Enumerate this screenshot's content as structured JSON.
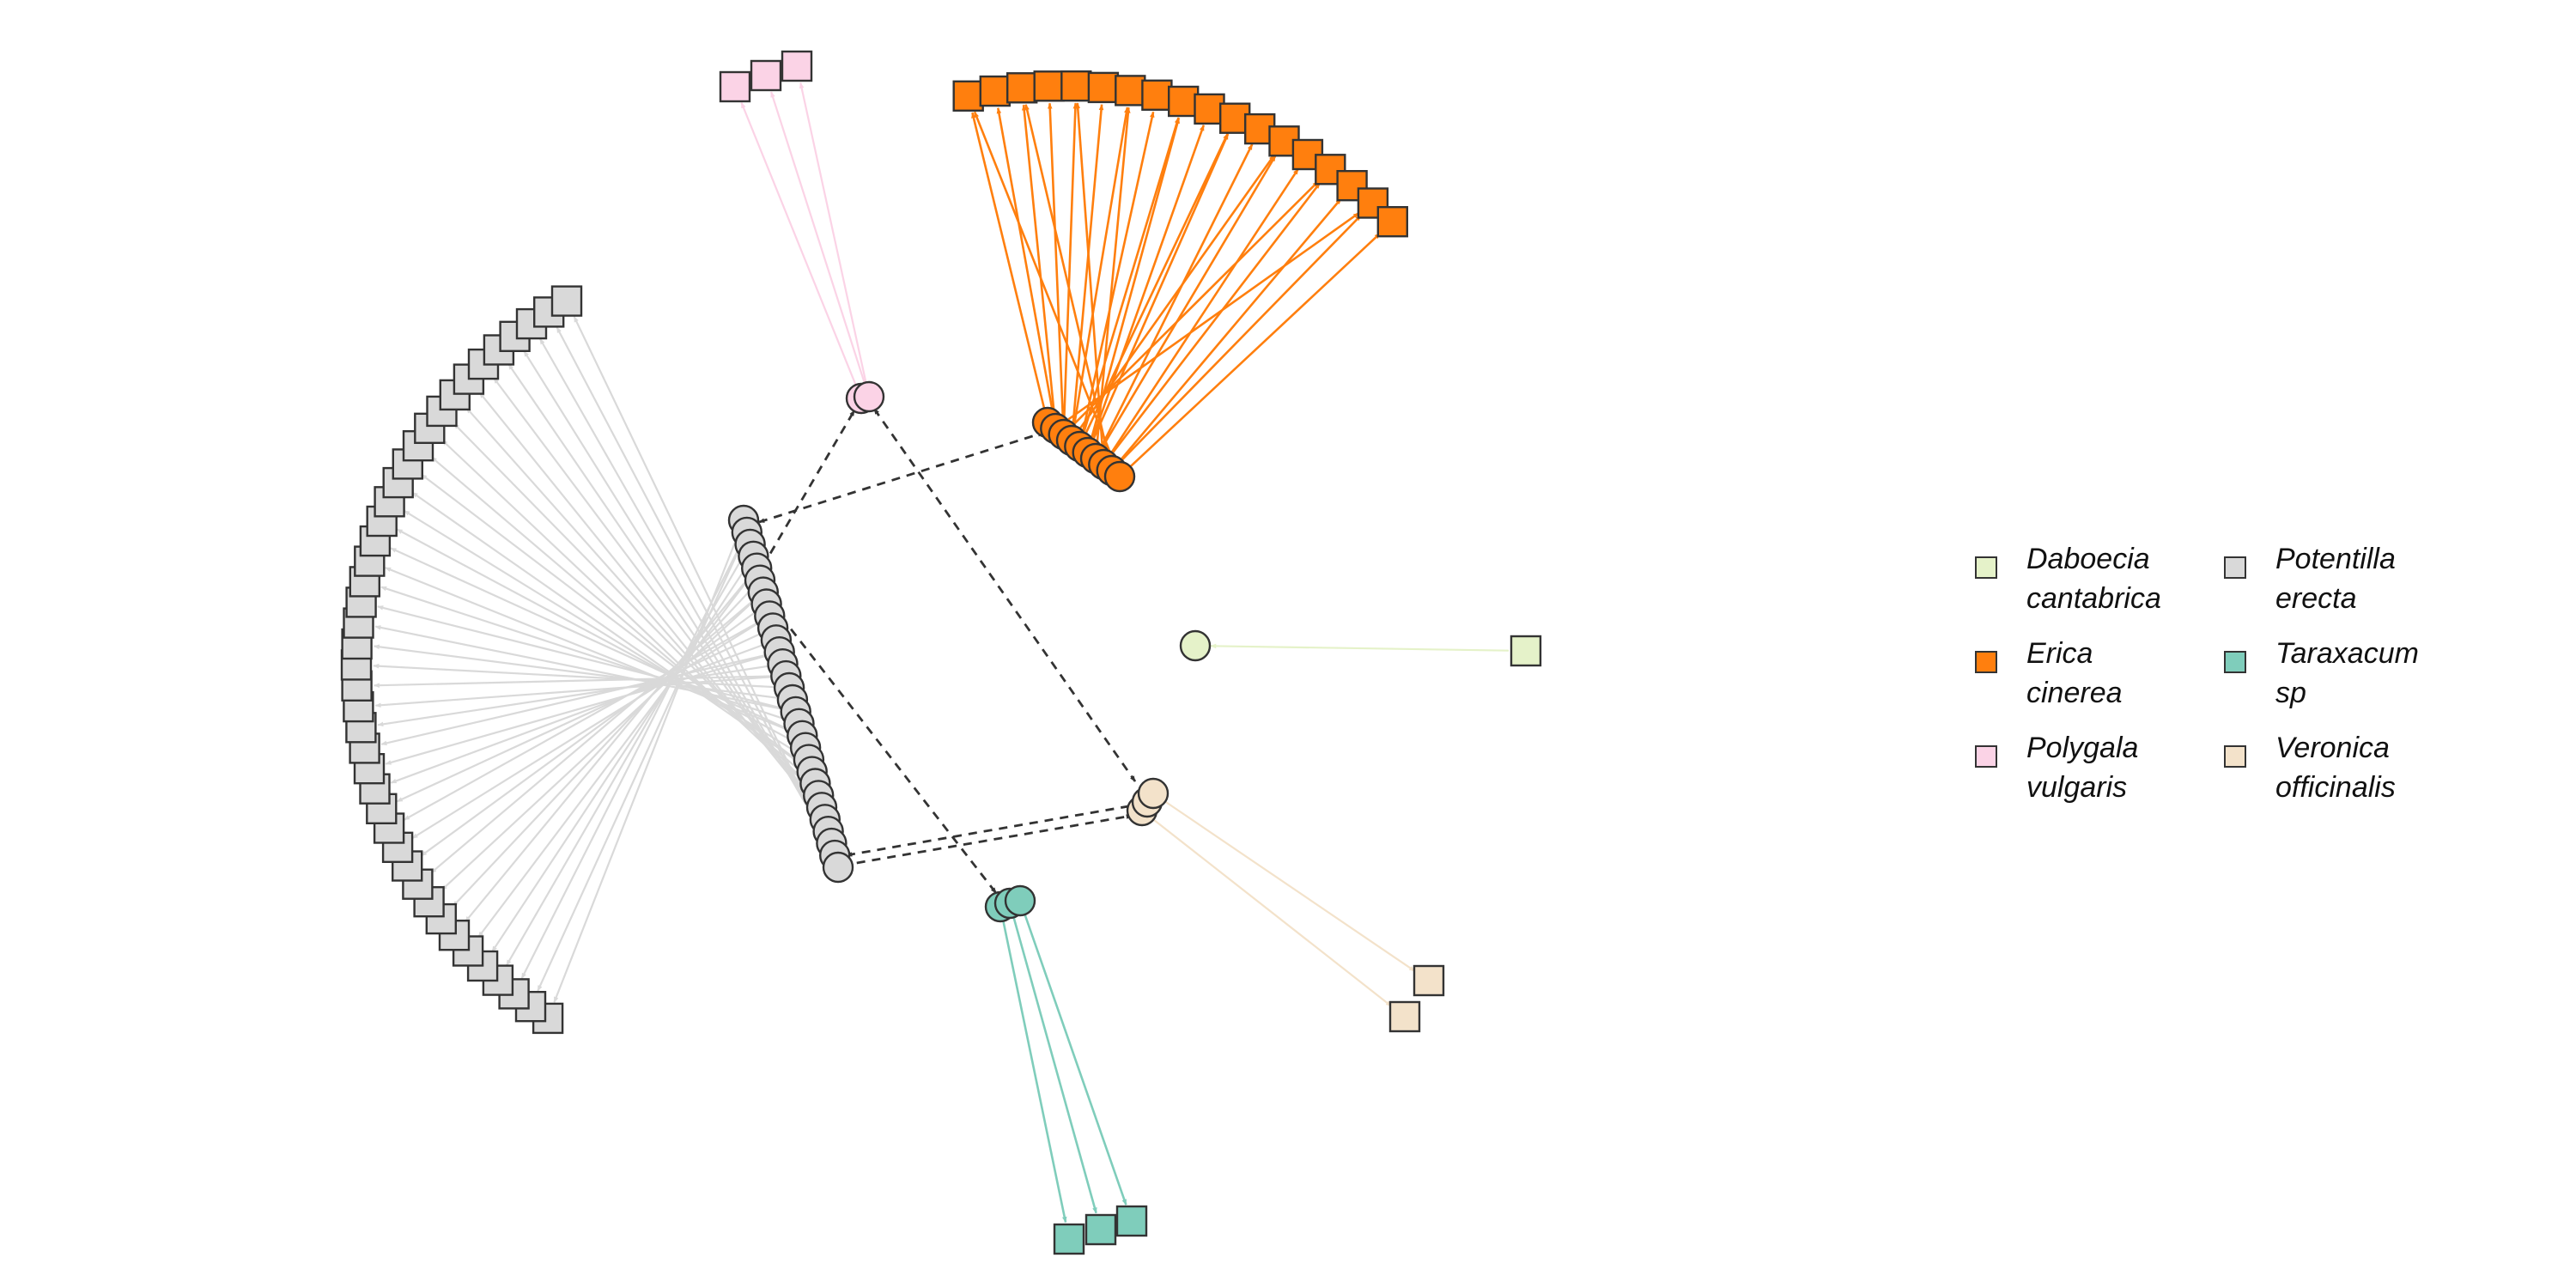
{
  "groups": [
    {
      "id": "daboecia",
      "genus": "Daboecia",
      "epithet": "cantabrica",
      "color": "#E5F2C9",
      "circles": 1,
      "squares": 1
    },
    {
      "id": "erica",
      "genus": "Erica",
      "epithet": "cinerea",
      "color": "#FF7F0E",
      "circles": 10,
      "squares": 18
    },
    {
      "id": "polygala",
      "genus": "Polygala",
      "epithet": "vulgaris",
      "color": "#FBD3E6",
      "circles": 2,
      "squares": 3
    },
    {
      "id": "potentilla",
      "genus": "Potentilla",
      "epithet": "erecta",
      "color": "#D9D9D9",
      "circles": 30,
      "squares": 42
    },
    {
      "id": "taraxacum",
      "genus": "Taraxacum",
      "epithet": "sp",
      "color": "#7FCDBB",
      "circles": 3,
      "squares": 3
    },
    {
      "id": "veronica",
      "genus": "Veronica",
      "epithet": "officinalis",
      "color": "#F3E2CA",
      "circles": 3,
      "squares": 2
    }
  ],
  "edge_color": "#333333"
}
